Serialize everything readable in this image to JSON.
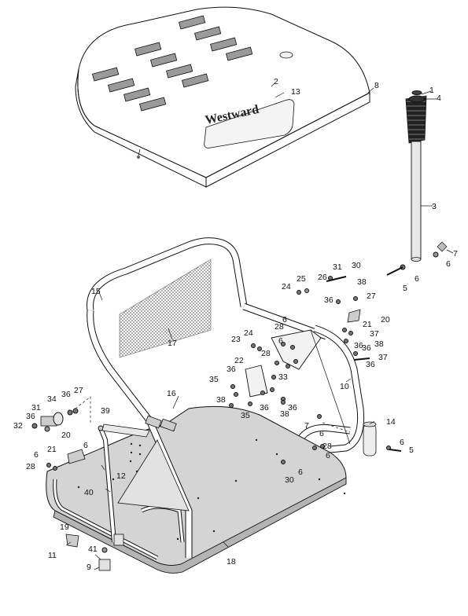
{
  "brand_text": "Westward",
  "callouts": [
    {
      "id": "c1",
      "text": "1"
    },
    {
      "id": "c2",
      "text": "2"
    },
    {
      "id": "c3",
      "text": "3"
    },
    {
      "id": "c4",
      "text": "4"
    },
    {
      "id": "c5a",
      "text": "5"
    },
    {
      "id": "c5b",
      "text": "5"
    },
    {
      "id": "c6a",
      "text": "6"
    },
    {
      "id": "c6b",
      "text": "6"
    },
    {
      "id": "c6c",
      "text": "6"
    },
    {
      "id": "c6d",
      "text": "6"
    },
    {
      "id": "c6e",
      "text": "6"
    },
    {
      "id": "c6f",
      "text": "6"
    },
    {
      "id": "c6g",
      "text": "6"
    },
    {
      "id": "c6h",
      "text": "6"
    },
    {
      "id": "c6i",
      "text": "6"
    },
    {
      "id": "c6j",
      "text": "6"
    },
    {
      "id": "c7a",
      "text": "7"
    },
    {
      "id": "c7b",
      "text": "7"
    },
    {
      "id": "c8",
      "text": "8"
    },
    {
      "id": "c9",
      "text": "9"
    },
    {
      "id": "c10",
      "text": "10"
    },
    {
      "id": "c11",
      "text": "11"
    },
    {
      "id": "c12",
      "text": "12"
    },
    {
      "id": "c13",
      "text": "13"
    },
    {
      "id": "c14",
      "text": "14"
    },
    {
      "id": "c15",
      "text": "15"
    },
    {
      "id": "c16",
      "text": "16"
    },
    {
      "id": "c17",
      "text": "17"
    },
    {
      "id": "c18",
      "text": "18"
    },
    {
      "id": "c19",
      "text": "19"
    },
    {
      "id": "c20a",
      "text": "20"
    },
    {
      "id": "c20b",
      "text": "20"
    },
    {
      "id": "c21a",
      "text": "21"
    },
    {
      "id": "c21b",
      "text": "21"
    },
    {
      "id": "c22",
      "text": "22"
    },
    {
      "id": "c23",
      "text": "23"
    },
    {
      "id": "c24a",
      "text": "24"
    },
    {
      "id": "c24b",
      "text": "24"
    },
    {
      "id": "c25",
      "text": "25"
    },
    {
      "id": "c26",
      "text": "26"
    },
    {
      "id": "c27a",
      "text": "27"
    },
    {
      "id": "c27b",
      "text": "27"
    },
    {
      "id": "c28a",
      "text": "28"
    },
    {
      "id": "c28b",
      "text": "28"
    },
    {
      "id": "c28c",
      "text": "28"
    },
    {
      "id": "c28d",
      "text": "28"
    },
    {
      "id": "c30a",
      "text": "30"
    },
    {
      "id": "c30b",
      "text": "30"
    },
    {
      "id": "c31a",
      "text": "31"
    },
    {
      "id": "c31b",
      "text": "31"
    },
    {
      "id": "c32",
      "text": "32"
    },
    {
      "id": "c33",
      "text": "33"
    },
    {
      "id": "c34",
      "text": "34"
    },
    {
      "id": "c35a",
      "text": "35"
    },
    {
      "id": "c35b",
      "text": "35"
    },
    {
      "id": "c36a",
      "text": "36"
    },
    {
      "id": "c36b",
      "text": "36"
    },
    {
      "id": "c36c",
      "text": "36"
    },
    {
      "id": "c36d",
      "text": "36"
    },
    {
      "id": "c36e",
      "text": "36"
    },
    {
      "id": "c36f",
      "text": "36"
    },
    {
      "id": "c36g",
      "text": "36"
    },
    {
      "id": "c36h",
      "text": "36"
    },
    {
      "id": "c36i",
      "text": "36"
    },
    {
      "id": "c37a",
      "text": "37"
    },
    {
      "id": "c37b",
      "text": "37"
    },
    {
      "id": "c38a",
      "text": "38"
    },
    {
      "id": "c38b",
      "text": "38"
    },
    {
      "id": "c38c",
      "text": "38"
    },
    {
      "id": "c38d",
      "text": "38"
    },
    {
      "id": "c39",
      "text": "39"
    },
    {
      "id": "c40",
      "text": "40"
    },
    {
      "id": "c41",
      "text": "41"
    }
  ]
}
